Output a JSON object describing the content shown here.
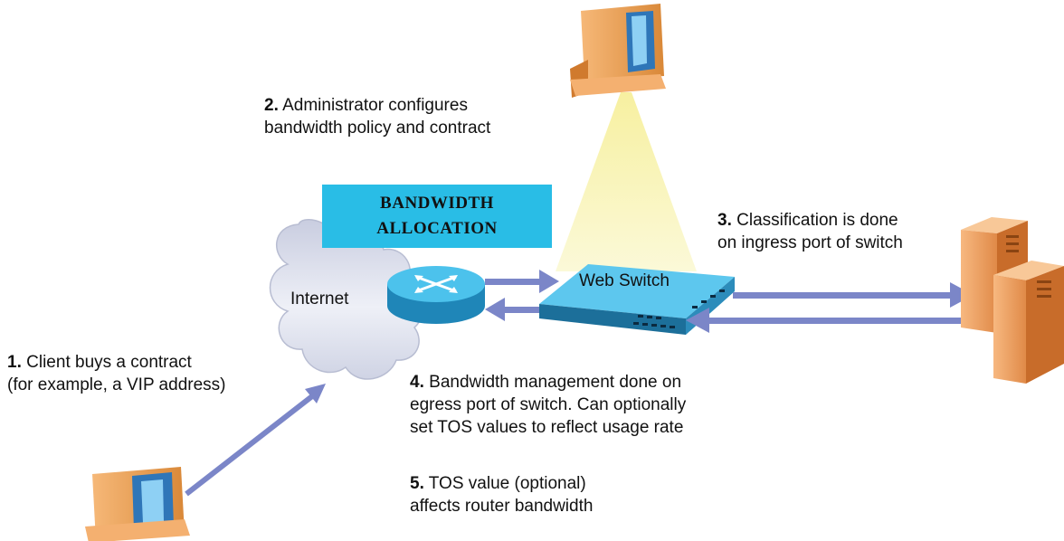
{
  "banner": {
    "line1": "BANDWIDTH",
    "line2": "ALLOCATION"
  },
  "nodes": {
    "internet": "Internet",
    "web_switch": "Web Switch"
  },
  "steps": [
    {
      "num": "1.",
      "line1": "Client buys a contract",
      "line2": "(for example, a VIP address)"
    },
    {
      "num": "2.",
      "line1": "Administrator configures",
      "line2": "bandwidth policy and contract"
    },
    {
      "num": "3.",
      "line1": "Classification is done",
      "line2": "on ingress port of switch"
    },
    {
      "num": "4.",
      "line1": "Bandwidth management done on",
      "line2": "egress port of switch. Can optionally",
      "line3": "set TOS values to reflect usage rate"
    },
    {
      "num": "5.",
      "line1": "TOS value (optional)",
      "line2": "affects router bandwidth"
    }
  ],
  "colors": {
    "banner": "#29bde6",
    "arrow": "#7b86c8",
    "light_beam": "#f4f089",
    "computer_case": "#e59a4a",
    "screen": "#4a94d6",
    "server": "#f0a060",
    "router": "#2aa8d8",
    "cloud": "#e6e8f2"
  }
}
